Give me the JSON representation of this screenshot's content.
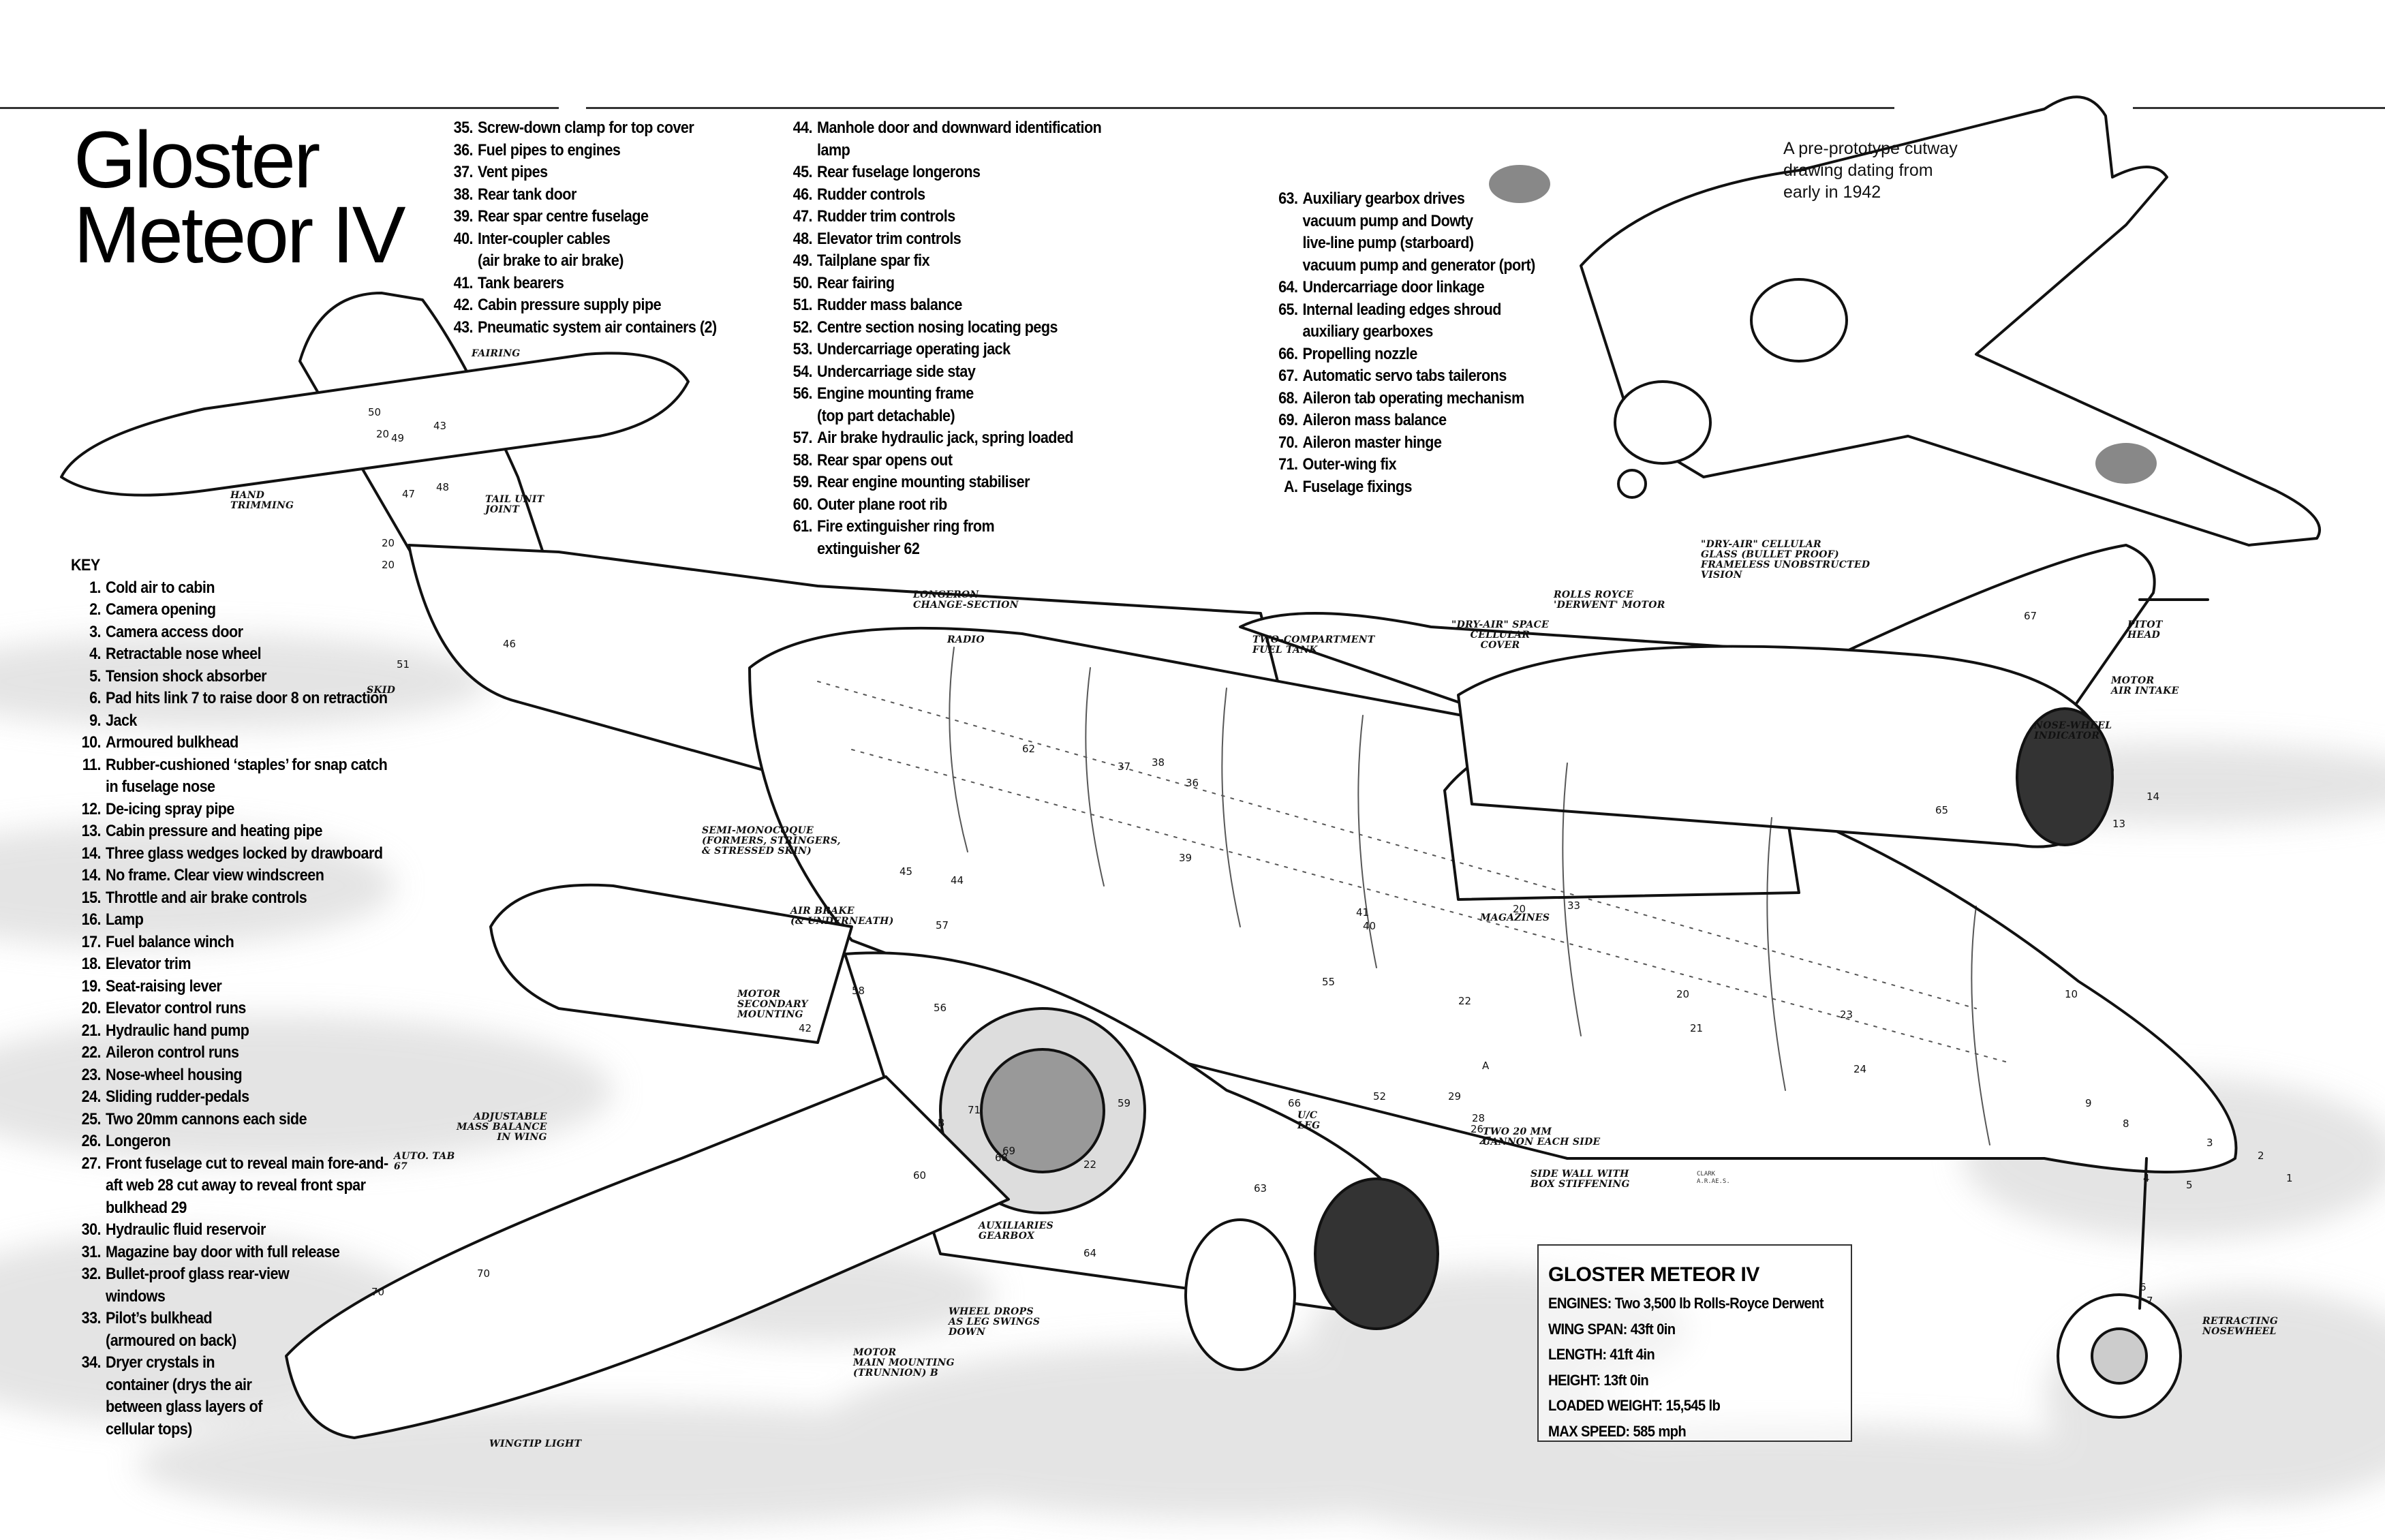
{
  "title": {
    "line1": "Gloster",
    "line2": "Meteor IV"
  },
  "key": {
    "heading": "KEY",
    "items_left": [
      {
        "num": "1.",
        "text": "Cold air to cabin"
      },
      {
        "num": "2.",
        "text": "Camera opening"
      },
      {
        "num": "3.",
        "text": "Camera access door"
      },
      {
        "num": "4.",
        "text": "Retractable nose wheel"
      },
      {
        "num": "5.",
        "text": "Tension shock absorber"
      },
      {
        "num": "6.",
        "text": "Pad hits link 7 to raise door 8 on retraction"
      },
      {
        "num": "9.",
        "text": "Jack"
      },
      {
        "num": "10.",
        "text": "Armoured bulkhead"
      },
      {
        "num": "11.",
        "text": "Rubber-cushioned ‘staples’ for snap catch\nin fuselage nose"
      },
      {
        "num": "12.",
        "text": "De-icing spray pipe"
      },
      {
        "num": "13.",
        "text": "Cabin pressure and heating pipe"
      },
      {
        "num": "14.",
        "text": "Three glass wedges locked by drawboard"
      },
      {
        "num": "14.",
        "text": "No frame. Clear view windscreen"
      },
      {
        "num": "15.",
        "text": "Throttle and air brake controls"
      },
      {
        "num": "16.",
        "text": "Lamp"
      },
      {
        "num": "17.",
        "text": "Fuel balance winch"
      },
      {
        "num": "18.",
        "text": "Elevator trim"
      },
      {
        "num": "19.",
        "text": "Seat-raising lever"
      },
      {
        "num": "20.",
        "text": "Elevator control runs"
      },
      {
        "num": "21.",
        "text": "Hydraulic hand pump"
      },
      {
        "num": "22.",
        "text": "Aileron control runs"
      },
      {
        "num": "23.",
        "text": "Nose-wheel housing"
      },
      {
        "num": "24.",
        "text": "Sliding rudder-pedals"
      },
      {
        "num": "25.",
        "text": "Two 20mm cannons each side"
      },
      {
        "num": "26.",
        "text": "Longeron"
      },
      {
        "num": "27.",
        "text": "Front fuselage cut to reveal main fore-and-\naft web 28 cut away to reveal front spar\nbulkhead 29"
      },
      {
        "num": "30.",
        "text": "Hydraulic fluid reservoir"
      },
      {
        "num": "31.",
        "text": "Magazine bay door with full release"
      },
      {
        "num": "32.",
        "text": "Bullet-proof glass rear-view\nwindows"
      },
      {
        "num": "33.",
        "text": "Pilot’s bulkhead\n(armoured on back)"
      },
      {
        "num": "34.",
        "text": "Dryer crystals in\ncontainer (drys the air\nbetween glass layers of\ncellular tops)"
      }
    ],
    "items_35": [
      {
        "num": "35.",
        "text": "Screw-down clamp for top cover"
      },
      {
        "num": "36.",
        "text": "Fuel pipes to engines"
      },
      {
        "num": "37.",
        "text": "Vent pipes"
      },
      {
        "num": "38.",
        "text": "Rear tank door"
      },
      {
        "num": "39.",
        "text": "Rear spar centre fuselage"
      },
      {
        "num": "40.",
        "text": "Inter-coupler cables\n(air brake to air brake)"
      },
      {
        "num": "41.",
        "text": "Tank bearers"
      },
      {
        "num": "42.",
        "text": "Cabin pressure supply pipe"
      },
      {
        "num": "43.",
        "text": "Pneumatic system air containers (2)"
      }
    ],
    "items_44": [
      {
        "num": "44.",
        "text": "Manhole door and downward identification\nlamp"
      },
      {
        "num": "45.",
        "text": "Rear fuselage longerons"
      },
      {
        "num": "46.",
        "text": "Rudder controls"
      },
      {
        "num": "47.",
        "text": "Rudder trim controls"
      },
      {
        "num": "48.",
        "text": "Elevator trim controls"
      },
      {
        "num": "49.",
        "text": "Tailplane spar fix"
      },
      {
        "num": "50.",
        "text": "Rear fairing"
      },
      {
        "num": "51.",
        "text": "Rudder mass balance"
      },
      {
        "num": "52.",
        "text": "Centre section nosing locating pegs"
      },
      {
        "num": "53.",
        "text": "Undercarriage operating jack"
      },
      {
        "num": "54.",
        "text": "Undercarriage side stay"
      },
      {
        "num": "56.",
        "text": "Engine mounting frame\n(top part detachable)"
      },
      {
        "num": "57.",
        "text": "Air brake hydraulic jack, spring loaded"
      },
      {
        "num": "58.",
        "text": "Rear spar opens out"
      },
      {
        "num": "59.",
        "text": "Rear engine mounting stabiliser"
      },
      {
        "num": "60.",
        "text": "Outer plane root rib"
      },
      {
        "num": "61.",
        "text": "Fire extinguisher ring from\nextinguisher 62"
      }
    ],
    "items_63": [
      {
        "num": "63.",
        "text": "Auxiliary gearbox drives\nvacuum pump and Dowty\nlive-line pump (starboard)\nvacuum pump and generator (port)"
      },
      {
        "num": "64.",
        "text": "Undercarriage door linkage"
      },
      {
        "num": "65.",
        "text": "Internal leading edges shroud\nauxiliary gearboxes"
      },
      {
        "num": "66.",
        "text": "Propelling nozzle"
      },
      {
        "num": "67.",
        "text": "Automatic servo tabs tailerons"
      },
      {
        "num": "68.",
        "text": "Aileron tab operating mechanism"
      },
      {
        "num": "69.",
        "text": "Aileron mass balance"
      },
      {
        "num": "70.",
        "text": "Aileron master hinge"
      },
      {
        "num": "71.",
        "text": "Outer-wing fix"
      },
      {
        "num": "A.",
        "text": "Fuselage fixings"
      }
    ]
  },
  "prototype_caption": "A pre-prototype cutway\ndrawing dating from\nearly in 1942",
  "specs": {
    "title": "GLOSTER METEOR IV",
    "rows": [
      "ENGINES: Two 3,500 lb Rolls-Royce Derwent",
      "WING SPAN: 43ft 0in",
      "LENGTH: 41ft 4in",
      "HEIGHT: 13ft 0in",
      "LOADED WEIGHT: 15,545 lb",
      "MAX SPEED: 585 mph"
    ]
  },
  "annotations": {
    "fairing": "Fairing",
    "hand_trimming": "Hand\nTrimming",
    "tail_unit_joint": "Tail unit\njoint",
    "skid": "Skid",
    "longeron_change": "Longeron\nchange-section",
    "radio": "Radio",
    "two_compartment": "Two-compartment\nfuel tank",
    "dry_air_space": "\"Dry-air\" space\ncellular\ncover",
    "rolls_royce": "Rolls Royce\n'Derwent' motor",
    "dry_air_glass": "\"Dry-air\" cellular\nglass (bullet proof)\nframeless unobstructed\nvision",
    "pitot_head": "Pitot\nhead",
    "motor_air_intake": "Motor\nair intake",
    "nose_wheel_indicator": "Nose-wheel\nindicator",
    "semi_monocoque": "Semi-monocoque\n(formers, stringers,\n& stressed skin)",
    "air_brake": "Air brake\n(& underneath)",
    "motor_secondary": "Motor\nsecondary\nmounting",
    "magazines": "Magazines",
    "two_20mm": "Two 20 mm\ncannon each side",
    "side_wall": "Side wall with\nbox stiffening",
    "uc_leg": "U/C\nleg",
    "adjustable_mass": "Adjustable\nmass balance\nin wing",
    "auto_tab": "Auto. tab\n67",
    "auxiliaries_gearbox": "Auxiliaries\ngearbox",
    "wheel_drops": "Wheel drops\nas leg swings\ndown",
    "motor_main_mounting": "Motor\nmain mounting\n(trunnion) B",
    "wingtip_light": "Wingtip light",
    "retracting_nosewheel": "Retracting\nnosewheel"
  },
  "callouts": [
    "50",
    "20",
    "49",
    "43",
    "48",
    "47",
    "20",
    "20",
    "46",
    "51",
    "45",
    "44",
    "57",
    "58",
    "56",
    "42",
    "37",
    "38",
    "36",
    "39",
    "41",
    "40",
    "20",
    "55",
    "22",
    "52",
    "29",
    "28",
    "26",
    "27",
    "33",
    "20",
    "21",
    "23",
    "24",
    "10",
    "9",
    "4",
    "3",
    "2",
    "1",
    "5",
    "6",
    "7",
    "8",
    "14",
    "13",
    "65",
    "71",
    "59",
    "68",
    "69",
    "22",
    "70",
    "70",
    "60",
    "62",
    "64",
    "63",
    "B",
    "A",
    "67",
    "66"
  ],
  "signature": "CLARK\nA.R.AE.S."
}
